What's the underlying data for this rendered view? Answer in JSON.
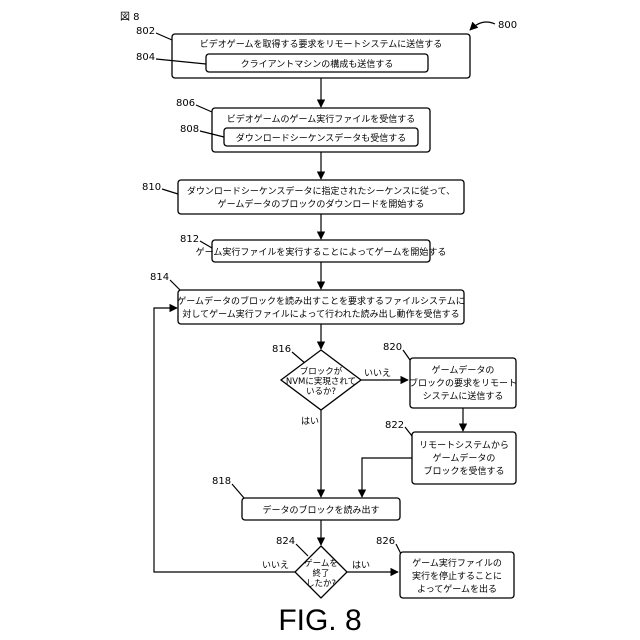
{
  "figure_label": "図 8",
  "figure_caption": "FIG. 8",
  "diagram_ref": "800",
  "steps": {
    "s802": {
      "ref": "802",
      "text": "ビデオゲームを取得する要求をリモートシステムに送信する"
    },
    "s804": {
      "ref": "804",
      "text": "クライアントマシンの構成も送信する"
    },
    "s806": {
      "ref": "806",
      "text": "ビデオゲームのゲーム実行ファイルを受信する"
    },
    "s808": {
      "ref": "808",
      "text": "ダウンロードシーケンスデータも受信する"
    },
    "s810": {
      "ref": "810",
      "line1": "ダウンロードシーケンスデータに指定されたシーケンスに従って、",
      "line2": "ゲームデータのブロックのダウンロードを開始する"
    },
    "s812": {
      "ref": "812",
      "text": "ゲーム実行ファイルを実行することによってゲームを開始する"
    },
    "s814": {
      "ref": "814",
      "line1": "ゲームデータのブロックを読み出すことを要求するファイルシステムに",
      "line2": "対してゲーム実行ファイルによって行われた読み出し動作を受信する"
    },
    "s816": {
      "ref": "816",
      "line1": "ブロックが",
      "line2": "NVMに実現されて",
      "line3": "いるか?"
    },
    "s818": {
      "ref": "818",
      "text": "データのブロックを読み出す"
    },
    "s820": {
      "ref": "820",
      "line1": "ゲームデータの",
      "line2": "ブロックの要求をリモート",
      "line3": "システムに送信する"
    },
    "s822": {
      "ref": "822",
      "line1": "リモートシステムから",
      "line2": "ゲームデータの",
      "line3": "ブロックを受信する"
    },
    "s824": {
      "ref": "824",
      "line1": "ゲームを",
      "line2": "終了",
      "line3": "したか?"
    },
    "s826": {
      "ref": "826",
      "line1": "ゲーム実行ファイルの",
      "line2": "実行を停止することに",
      "line3": "よってゲームを出る"
    }
  },
  "edge_labels": {
    "d816_no": "いいえ",
    "d816_yes": "はい",
    "d824_no": "いいえ",
    "d824_yes": "はい"
  }
}
